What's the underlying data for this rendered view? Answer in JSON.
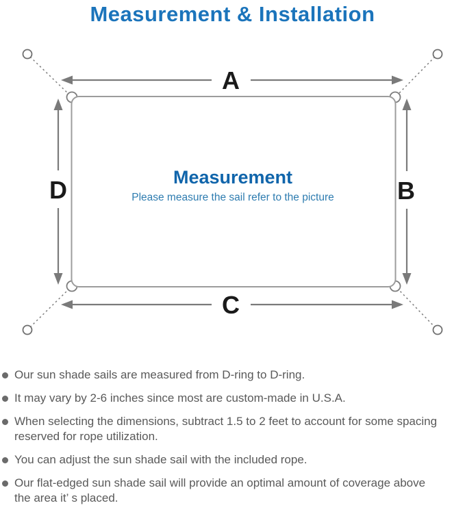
{
  "title": "Measurement & Installation",
  "diagram": {
    "side_labels": {
      "top": "A",
      "right": "B",
      "bottom": "C",
      "left": "D"
    },
    "center_title": "Measurement",
    "center_subtitle": "Please measure the sail refer to the picture"
  },
  "colors": {
    "title_blue": "#1b74bb",
    "center_title_blue": "#1065ab",
    "subtitle_blue": "#2e7cb0",
    "diagram_line_gray": "#7d7d7d",
    "sail_border_gray": "#9c9c9c",
    "dimension_label_black": "#1a1a1a",
    "note_text_gray": "#595959"
  },
  "bullets": [
    "Our sun shade sails are measured from D-ring to D-ring.",
    "It may vary by 2-6 inches since most are custom-made in U.S.A.",
    "When selecting the dimensions, subtract 1.5 to 2 feet to account for some spacing\nreserved for rope utilization.",
    "You can adjust the sun shade sail with the included rope.",
    "Our flat-edged sun shade sail will provide an optimal amount of coverage above\nthe area it’ s placed."
  ]
}
